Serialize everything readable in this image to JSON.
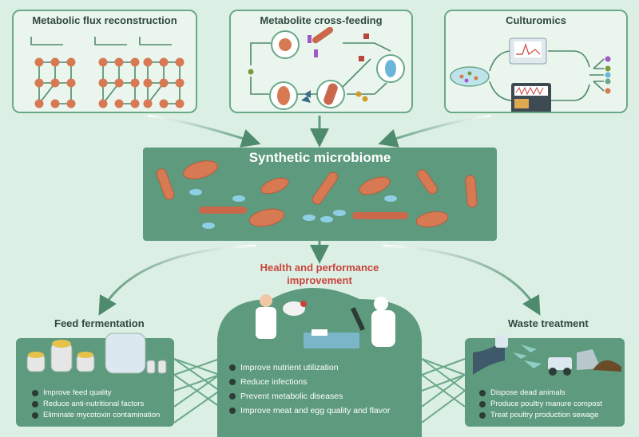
{
  "panels": {
    "flux": {
      "title": "Metabolic flux reconstruction"
    },
    "cross_feeding": {
      "title": "Metabolite cross-feeding"
    },
    "culturomics": {
      "title": "Culturomics"
    }
  },
  "center": {
    "title": "Synthetic microbiome"
  },
  "health": {
    "title_line1": "Health and performance",
    "title_line2": "improvement"
  },
  "feed": {
    "title": "Feed fermentation",
    "items": [
      "Improve feed quality",
      "Reduce anti-nutritional factors",
      "Eliminate mycotoxin contamination"
    ]
  },
  "middle": {
    "items": [
      "Improve nutrient utilization",
      "Reduce infections",
      "Prevent metabolic diseases",
      "Improve meat and egg quality and flavor"
    ]
  },
  "waste": {
    "title": "Waste treatment",
    "items": [
      "Dispose dead animals",
      "Produce poultry manure compost",
      "Treat poultry production sewage"
    ]
  },
  "colors": {
    "background": "#dcefe4",
    "panel_border": "#6aa988",
    "dark_green": "#5d9a7e",
    "node": "#d77a53",
    "health_title": "#c8453c"
  }
}
